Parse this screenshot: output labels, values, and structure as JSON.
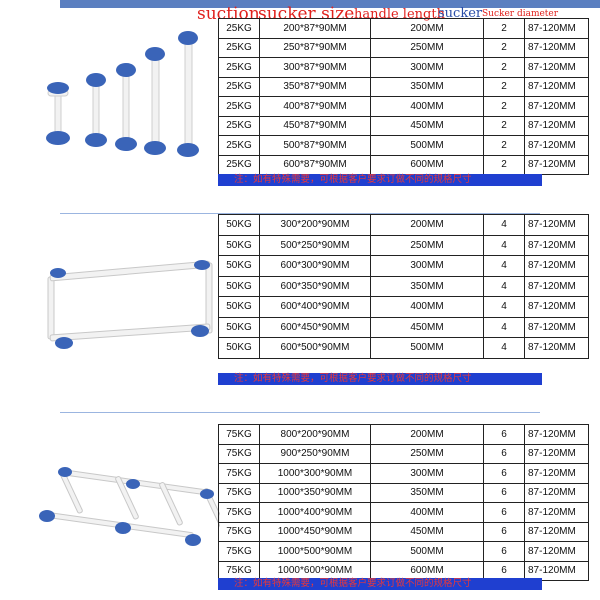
{
  "header": {
    "suction": "suction",
    "sucker_size": "sucker size",
    "handle_length": "handle length",
    "sucker": "sucker",
    "sucker_diameter": "Sucker diameter"
  },
  "colors": {
    "blue_cup": "#3a64b8",
    "frame": "#f2f2f2",
    "note_bg": "#1f3fd0",
    "note_text": "#e8383a",
    "header_red": "#e0201c"
  },
  "note": "注：如有特殊需要，可根据客户要求订做不同的规格尺寸",
  "sections": [
    {
      "product_image": "single-handle-suction-lifters",
      "rows": [
        [
          "25KG",
          "200*87*90MM",
          "200MM",
          "2",
          "87-120MM"
        ],
        [
          "25KG",
          "250*87*90MM",
          "250MM",
          "2",
          "87-120MM"
        ],
        [
          "25KG",
          "300*87*90MM",
          "300MM",
          "2",
          "87-120MM"
        ],
        [
          "25KG",
          "350*87*90MM",
          "350MM",
          "2",
          "87-120MM"
        ],
        [
          "25KG",
          "400*87*90MM",
          "400MM",
          "2",
          "87-120MM"
        ],
        [
          "25KG",
          "450*87*90MM",
          "450MM",
          "2",
          "87-120MM"
        ],
        [
          "25KG",
          "500*87*90MM",
          "500MM",
          "2",
          "87-120MM"
        ],
        [
          "25KG",
          "600*87*90MM",
          "600MM",
          "2",
          "87-120MM"
        ]
      ]
    },
    {
      "product_image": "rectangular-frame-suction-lifter",
      "rows": [
        [
          "50KG",
          "300*200*90MM",
          "200MM",
          "4",
          "87-120MM"
        ],
        [
          "50KG",
          "500*250*90MM",
          "250MM",
          "4",
          "87-120MM"
        ],
        [
          "50KG",
          "600*300*90MM",
          "300MM",
          "4",
          "87-120MM"
        ],
        [
          "50KG",
          "600*350*90MM",
          "350MM",
          "4",
          "87-120MM"
        ],
        [
          "50KG",
          "600*400*90MM",
          "400MM",
          "4",
          "87-120MM"
        ],
        [
          "50KG",
          "600*450*90MM",
          "450MM",
          "4",
          "87-120MM"
        ],
        [
          "50KG",
          "600*500*90MM",
          "500MM",
          "4",
          "87-120MM"
        ]
      ]
    },
    {
      "product_image": "ladder-frame-suction-lifter",
      "rows": [
        [
          "75KG",
          "800*200*90MM",
          "200MM",
          "6",
          "87-120MM"
        ],
        [
          "75KG",
          "900*250*90MM",
          "250MM",
          "6",
          "87-120MM"
        ],
        [
          "75KG",
          "1000*300*90MM",
          "300MM",
          "6",
          "87-120MM"
        ],
        [
          "75KG",
          "1000*350*90MM",
          "350MM",
          "6",
          "87-120MM"
        ],
        [
          "75KG",
          "1000*400*90MM",
          "400MM",
          "6",
          "87-120MM"
        ],
        [
          "75KG",
          "1000*450*90MM",
          "450MM",
          "6",
          "87-120MM"
        ],
        [
          "75KG",
          "1000*500*90MM",
          "500MM",
          "6",
          "87-120MM"
        ],
        [
          "75KG",
          "1000*600*90MM",
          "600MM",
          "6",
          "87-120MM"
        ]
      ]
    }
  ]
}
